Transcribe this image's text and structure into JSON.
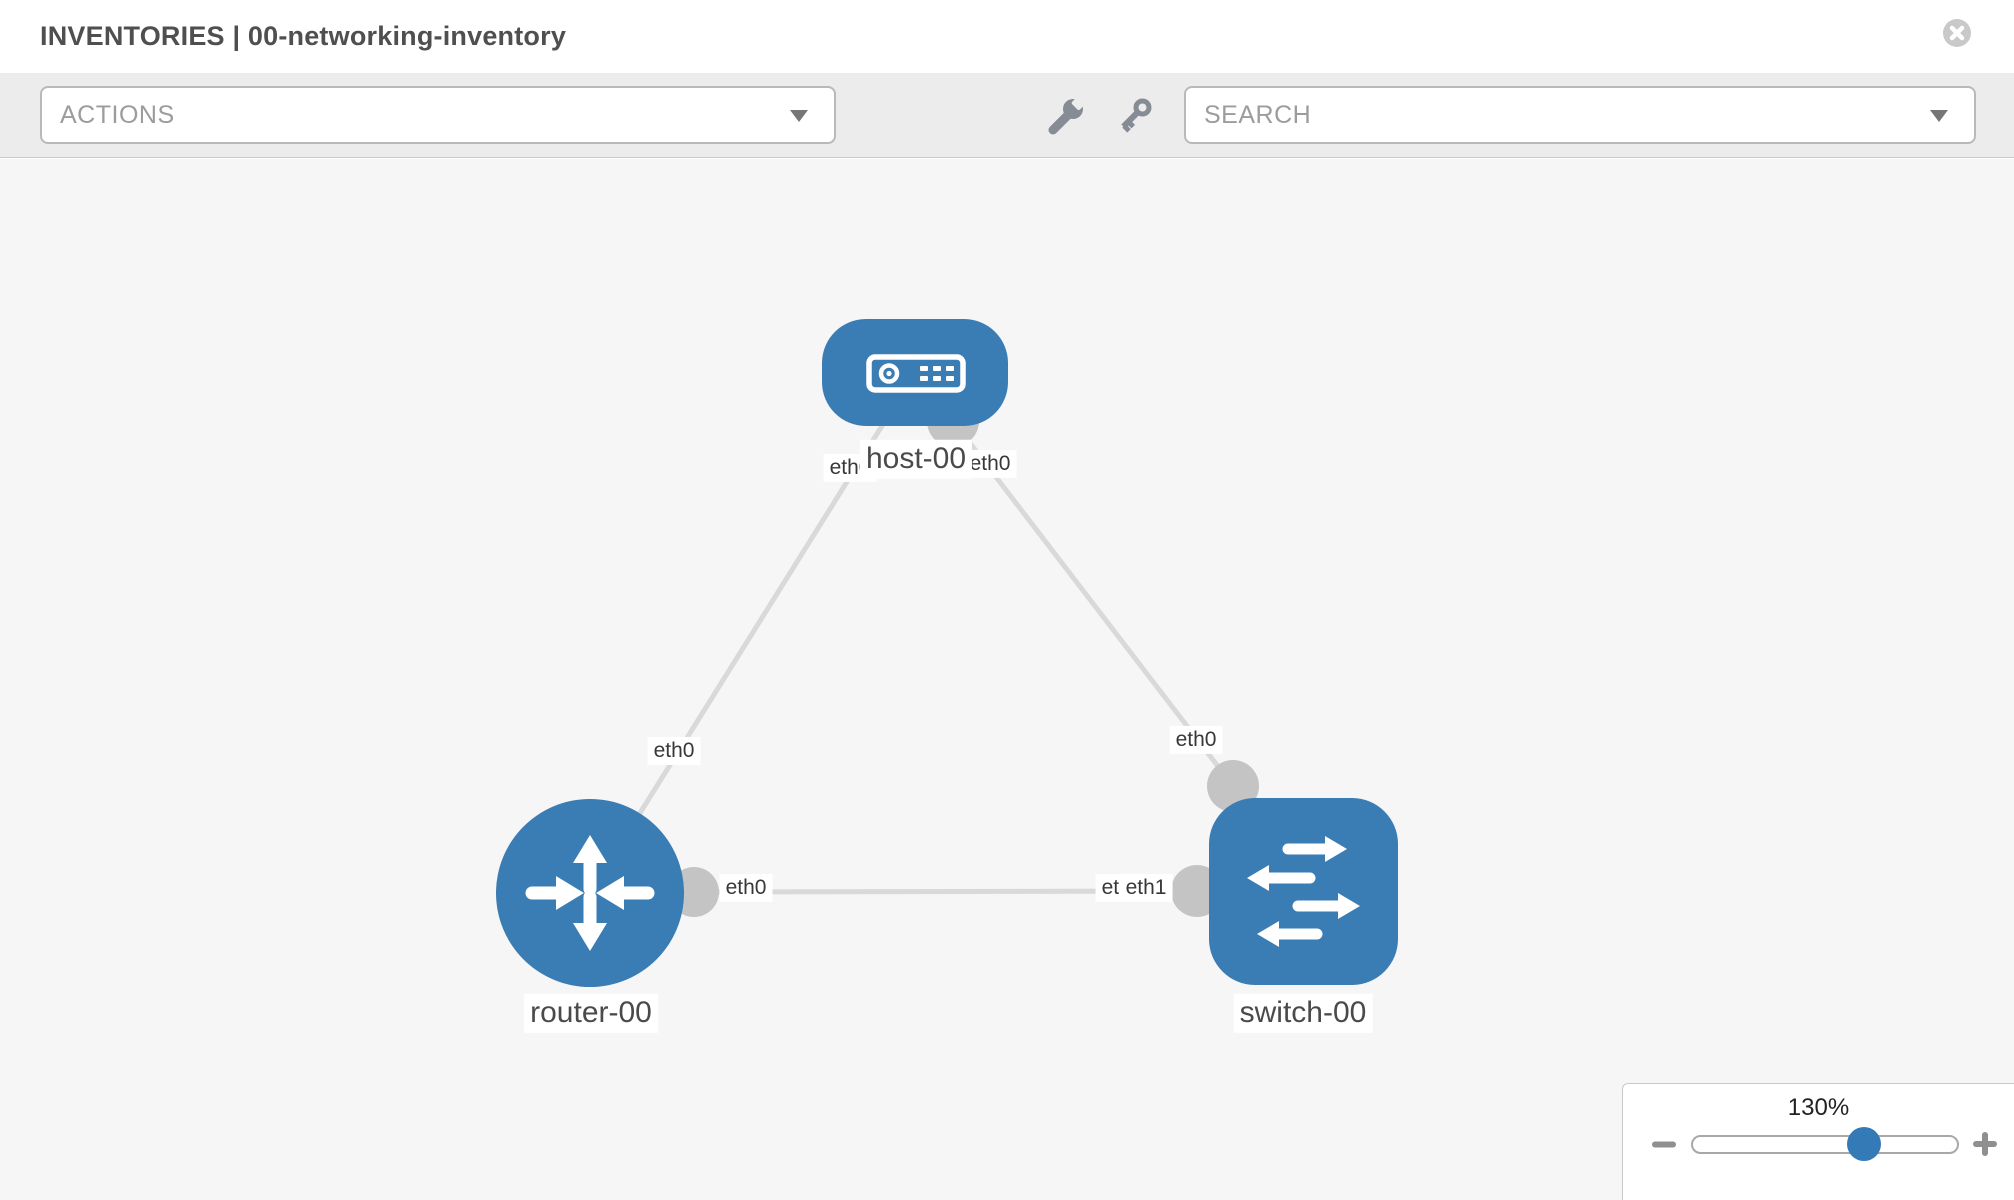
{
  "header": {
    "title": "INVENTORIES | 00-networking-inventory"
  },
  "toolbar": {
    "actions_label": "ACTIONS",
    "search_placeholder": "SEARCH"
  },
  "diagram": {
    "type": "network-topology",
    "nodes": [
      {
        "id": "host-00",
        "type": "host",
        "label": "host-00"
      },
      {
        "id": "router-00",
        "type": "router",
        "label": "router-00"
      },
      {
        "id": "switch-00",
        "type": "switch",
        "label": "switch-00"
      }
    ],
    "links": [
      {
        "from": "host-00",
        "from_interface": "eth0",
        "to": "router-00",
        "to_interface": "eth0"
      },
      {
        "from": "host-00",
        "from_interface": "eth0",
        "to": "switch-00",
        "to_interface": "eth0"
      },
      {
        "from": "router-00",
        "from_interface": "eth0",
        "to": "switch-00",
        "to_interface": "eth1"
      }
    ],
    "labels": {
      "host": "host-00",
      "router": "router-00",
      "switch": "switch-00",
      "host_if_left": "eth0",
      "host_if_right": "eth0",
      "router_host_if": "eth0",
      "switch_host_if": "eth0",
      "mid_if_left": "eth0",
      "mid_if_right_under": "eth0",
      "mid_if_right_over": "eth1"
    }
  },
  "zoom_control": {
    "level": "130%"
  },
  "colors": {
    "node_fill": "#3a7cb4",
    "slider_handle": "#337ab7",
    "connector_gray": "#c4c4c4",
    "link_gray": "#d9d9d9",
    "canvas_bg": "#f6f6f6",
    "toolbar_bg": "#ececec"
  },
  "icons": {
    "close": "circle-x",
    "dropdown": "chevron-down",
    "tools": [
      "wrench",
      "key"
    ],
    "zoom": [
      "minus",
      "plus"
    ]
  }
}
